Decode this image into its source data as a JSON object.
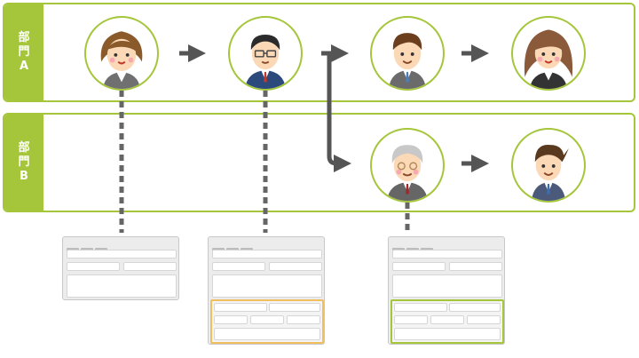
{
  "lanes": [
    {
      "label": "部門A",
      "border_color": "#a5c63b"
    },
    {
      "label": "部門B",
      "border_color": "#a5c63b"
    }
  ],
  "people": [
    {
      "id": "woman-staff",
      "lane": "A",
      "icon": "woman-staff-avatar-icon"
    },
    {
      "id": "man-glasses",
      "lane": "A",
      "icon": "man-glasses-avatar-icon"
    },
    {
      "id": "young-man",
      "lane": "A",
      "icon": "young-man-avatar-icon"
    },
    {
      "id": "woman-manager",
      "lane": "A",
      "icon": "woman-manager-avatar-icon"
    },
    {
      "id": "senior-man",
      "lane": "B",
      "icon": "senior-man-avatar-icon"
    },
    {
      "id": "young-man-b",
      "lane": "B",
      "icon": "young-man-b-avatar-icon"
    }
  ],
  "forms": [
    {
      "id": "form-1",
      "highlight": null
    },
    {
      "id": "form-2",
      "highlight": "#f0c060"
    },
    {
      "id": "form-3",
      "highlight": "#a5c63b"
    }
  ],
  "colors": {
    "accent": "#a5c63b",
    "arrow": "#555555",
    "form_highlight_orange": "#f0c060"
  }
}
